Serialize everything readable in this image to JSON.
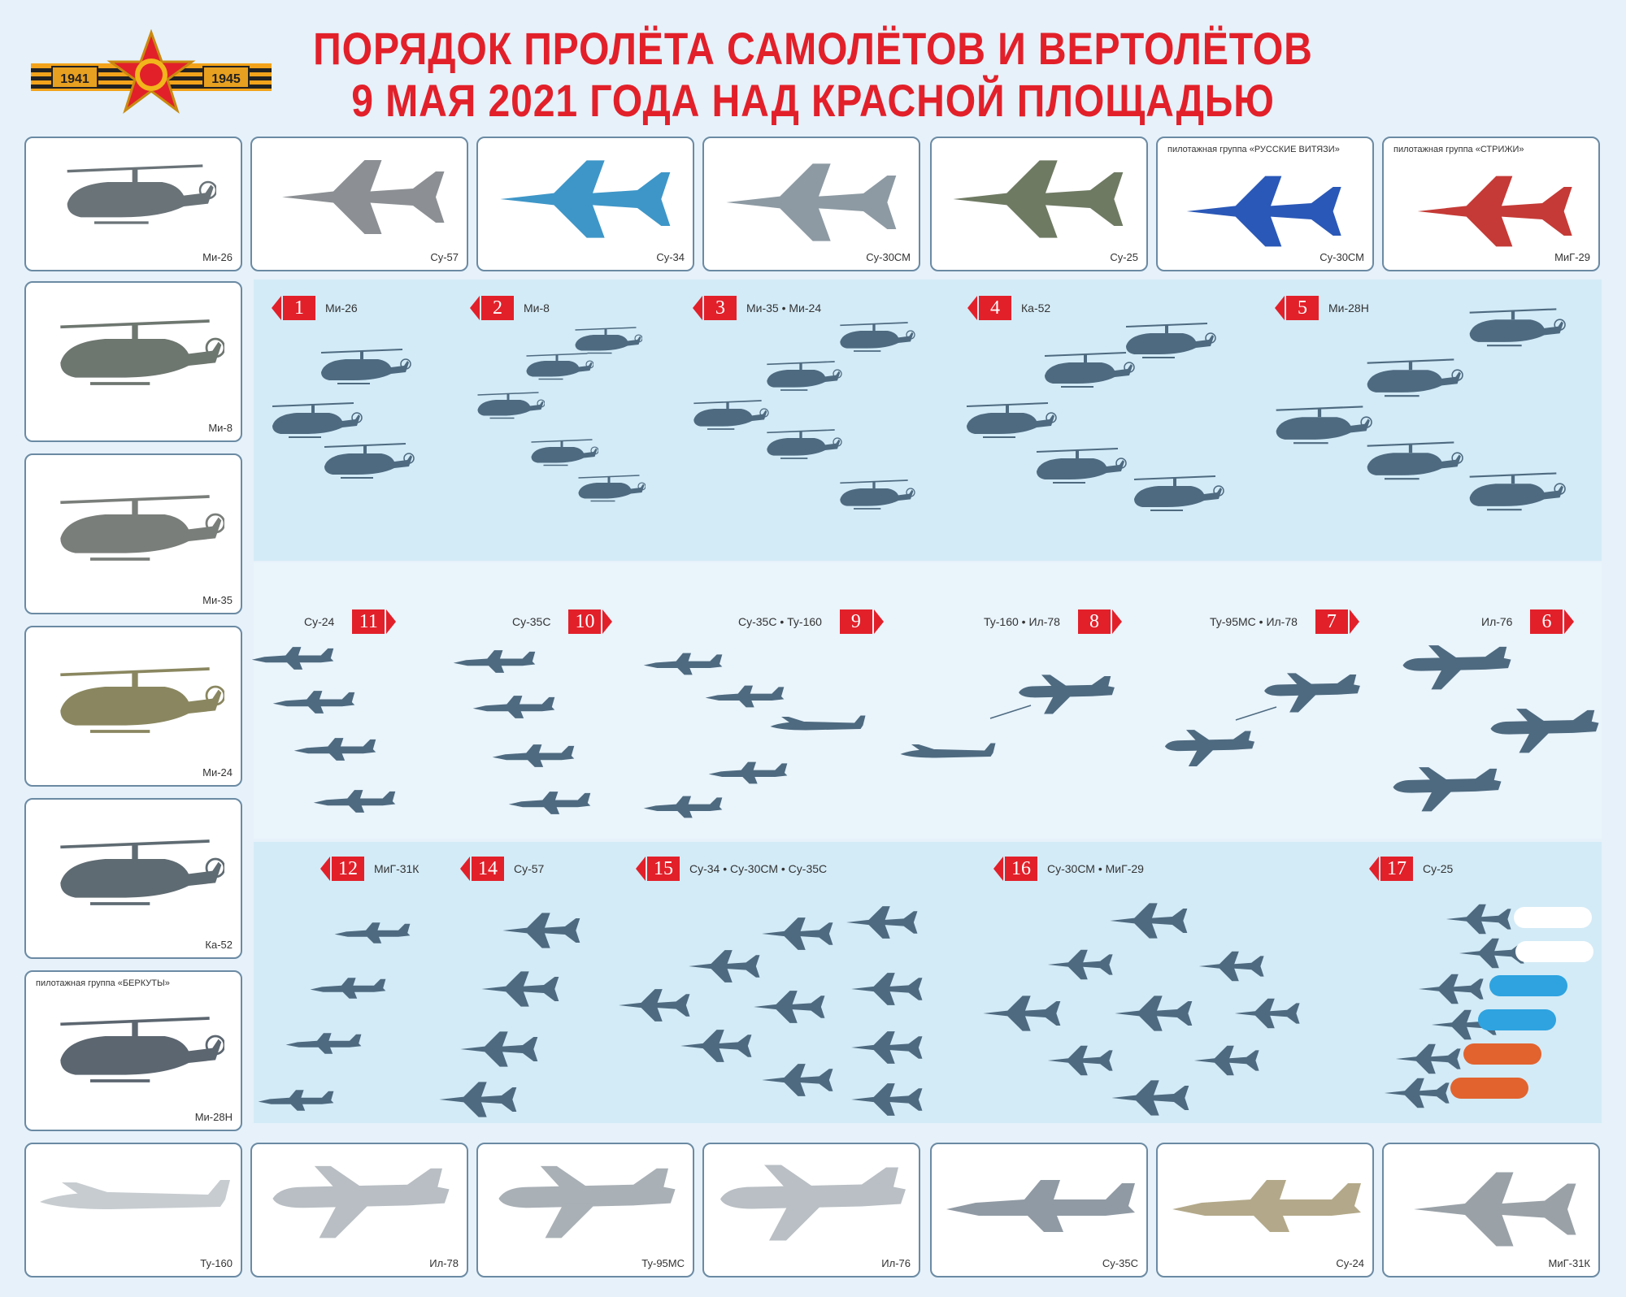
{
  "title": {
    "line1": "ПОРЯДОК ПРОЛЁТА САМОЛЁТОВ И ВЕРТОЛЁТОВ",
    "line2": "9 МАЯ 2021 ГОДА НАД КРАСНОЙ ПЛОЩАДЬЮ"
  },
  "emblem": {
    "year_left": "1941",
    "year_right": "1945"
  },
  "colors": {
    "title_red": "#e2202a",
    "silhouette": "#4e6a80",
    "band_dark": "#d3ebf7",
    "band_light": "#e9f4fb",
    "flag_white": "#ffffff",
    "flag_blue": "#2ea3e0",
    "flag_red": "#e2632e"
  },
  "top_cards": [
    {
      "caption": "Ми-26",
      "group": ""
    },
    {
      "caption": "Су-57",
      "group": ""
    },
    {
      "caption": "Су-34",
      "group": ""
    },
    {
      "caption": "Су-30СМ",
      "group": ""
    },
    {
      "caption": "Су-25",
      "group": ""
    },
    {
      "caption": "Су-30СМ",
      "group": "пилотажная группа «РУССКИЕ ВИТЯЗИ»"
    },
    {
      "caption": "МиГ-29",
      "group": "пилотажная группа «СТРИЖИ»"
    }
  ],
  "left_cards": [
    {
      "caption": "Ми-8",
      "group": ""
    },
    {
      "caption": "Ми-35",
      "group": ""
    },
    {
      "caption": "Ми-24",
      "group": ""
    },
    {
      "caption": "Ка-52",
      "group": ""
    },
    {
      "caption": "Ми-28Н",
      "group": "пилотажная группа «БЕРКУТЫ»"
    }
  ],
  "bottom_cards": [
    {
      "caption": "Ту-160"
    },
    {
      "caption": "Ил-78"
    },
    {
      "caption": "Ту-95МС"
    },
    {
      "caption": "Ил-76"
    },
    {
      "caption": "Су-35С"
    },
    {
      "caption": "Су-24"
    },
    {
      "caption": "МиГ-31К"
    }
  ],
  "row1": [
    {
      "num": "1",
      "label": "Ми-26"
    },
    {
      "num": "2",
      "label": "Ми-8"
    },
    {
      "num": "3",
      "label": "Ми-35 • Ми-24"
    },
    {
      "num": "4",
      "label": "Ка-52"
    },
    {
      "num": "5",
      "label": "Ми-28Н"
    }
  ],
  "row2": [
    {
      "num": "11",
      "label": "Су-24"
    },
    {
      "num": "10",
      "label": "Су-35С"
    },
    {
      "num": "9",
      "label": "Су-35С • Ту-160"
    },
    {
      "num": "8",
      "label": "Ту-160 • Ил-78"
    },
    {
      "num": "7",
      "label": "Ту-95МС • Ил-78"
    },
    {
      "num": "6",
      "label": "Ил-76"
    }
  ],
  "row3": [
    {
      "num": "12",
      "label": "МиГ-31К"
    },
    {
      "num": "14",
      "label": "Су-57"
    },
    {
      "num": "15",
      "label": "Су-34 • Су-30СМ • Су-35С"
    },
    {
      "num": "16",
      "label": "Су-30СМ • МиГ-29"
    },
    {
      "num": "17",
      "label": "Су-25"
    }
  ]
}
